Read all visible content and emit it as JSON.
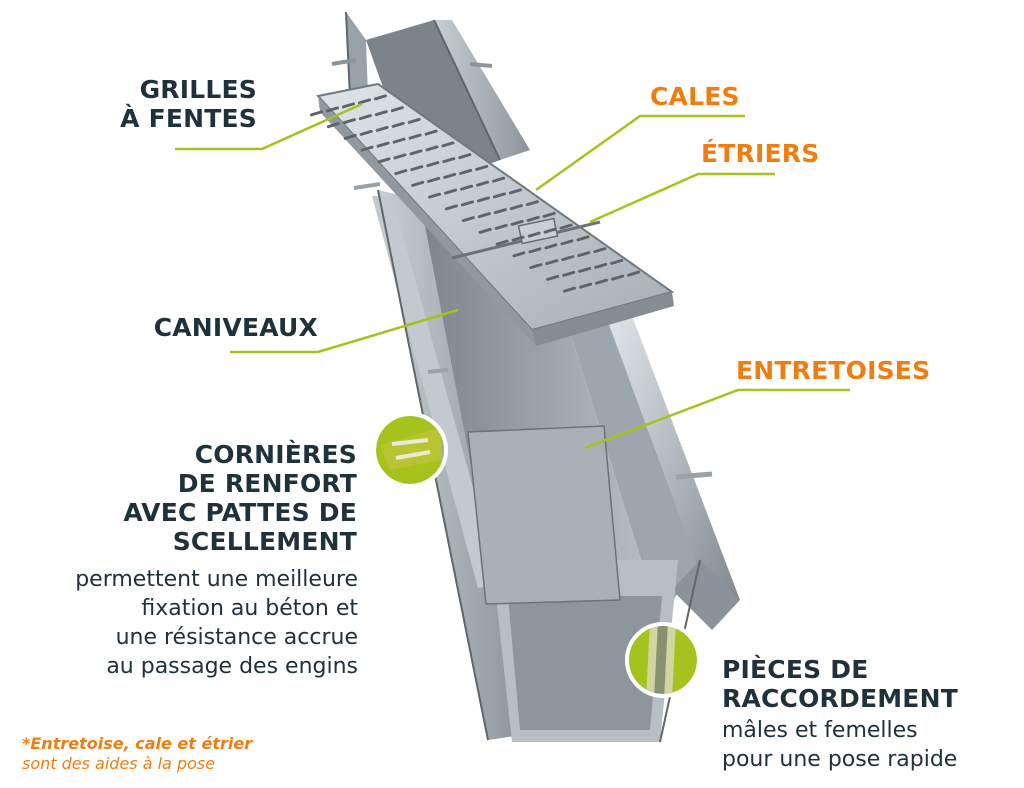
{
  "colors": {
    "dark": "#1f313b",
    "orange": "#f07d0f",
    "lime": "#a6c21c",
    "steel_light": "#d9dee2",
    "steel_mid": "#aeb5bb",
    "steel_dark": "#6c737a"
  },
  "labels": {
    "grilles_line1": "GRILLES",
    "grilles_line2": "À FENTES",
    "caniveaux": "CANIVEAUX",
    "cornieres_line1": "CORNIÈRES",
    "cornieres_line2": "DE RENFORT",
    "cornieres_line3": "AVEC PATTES DE",
    "cornieres_line4": "SCELLEMENT",
    "cales": "CALES",
    "etriers": "ÉTRIERS",
    "entretoises": "ENTRETOISES",
    "pieces_line1": "PIÈCES DE",
    "pieces_line2": "RACCORDEMENT"
  },
  "descriptions": {
    "cornieres": [
      "permettent une meilleure",
      "fixation au béton et",
      "une résistance accrue",
      "au passage des engins"
    ],
    "pieces": [
      "mâles et femelles",
      "pour une pose rapide"
    ]
  },
  "footnote": {
    "line1_bold": "*Entretoise, cale et étrier",
    "line2": "sont des aides à la pose"
  }
}
